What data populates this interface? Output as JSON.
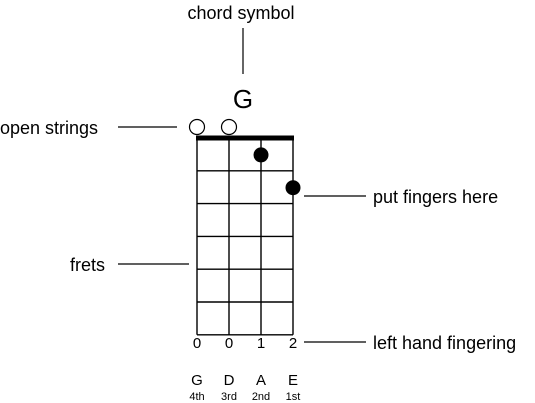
{
  "chord": {
    "name": "G"
  },
  "callouts": {
    "chord_symbol": "chord symbol",
    "open_strings": "open strings",
    "put_fingers": "put fingers here",
    "frets": "frets",
    "left_hand_fingering": "left hand fingering"
  },
  "strings": [
    {
      "name": "G",
      "ordinal": "4th",
      "finger": "0",
      "open": true
    },
    {
      "name": "D",
      "ordinal": "3rd",
      "finger": "0",
      "open": true
    },
    {
      "name": "A",
      "ordinal": "2nd",
      "finger": "1",
      "open": false
    },
    {
      "name": "E",
      "ordinal": "1st",
      "finger": "2",
      "open": false
    }
  ],
  "fingered_notes": [
    {
      "string": "A",
      "fret": 1
    },
    {
      "string": "E",
      "fret": 2
    }
  ],
  "fret_count": 6
}
